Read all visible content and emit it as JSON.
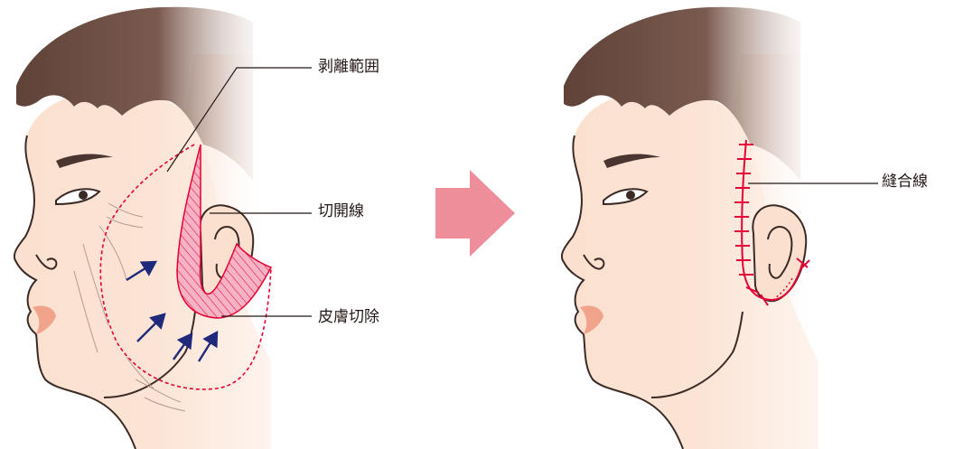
{
  "labels": {
    "dissection_range": "剥離範囲",
    "incision_line": "切開線",
    "skin_excision": "皮膚切除",
    "suture_line": "縫合線"
  },
  "colors": {
    "hair": "#6b4d43",
    "skin": "#fbe2d2",
    "lip": "#f1a38c",
    "incision_red": "#e60033",
    "excision_pink": "#f08da4",
    "arrow_navy": "#1f2a7a",
    "transition_arrow": "#ee8e9b"
  }
}
